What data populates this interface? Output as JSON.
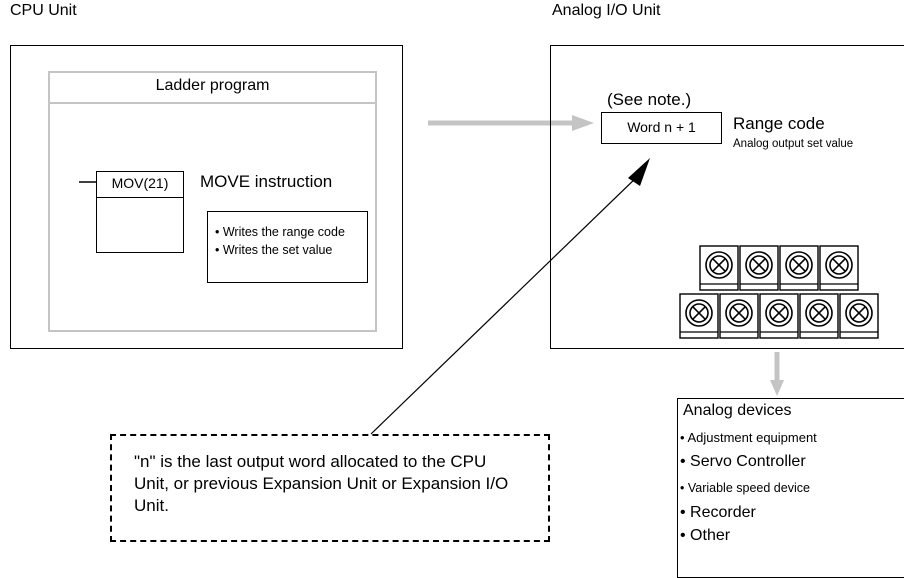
{
  "cpu_unit": {
    "title": "CPU Unit",
    "ladder_program": {
      "title": "Ladder program",
      "instruction_box": "MOV(21)",
      "instruction_label": "MOVE instruction",
      "notes": [
        "• Writes the range code",
        "• Writes the set value"
      ]
    }
  },
  "analog_io_unit": {
    "title": "Analog I/O Unit",
    "see_note": "(See note.)",
    "word_box": "Word n + 1",
    "range_code": "Range code",
    "analog_output_set_value": "Analog output set value",
    "terminals": {
      "top_row_count": 4,
      "bottom_row_count": 5,
      "icon": "screw-terminal-icon"
    }
  },
  "analog_devices": {
    "title": "Analog devices",
    "items": [
      "• Adjustment equipment",
      "• Servo Controller",
      "• Variable speed device",
      "• Recorder",
      "• Other"
    ]
  },
  "note": {
    "lines": [
      "\"n\" is the last output word allocated to the CPU",
      "Unit, or previous Expansion Unit or Expansion I/O",
      "Unit."
    ]
  },
  "colors": {
    "outline": "#000000",
    "arrow_gray": "#c4c4c4"
  }
}
